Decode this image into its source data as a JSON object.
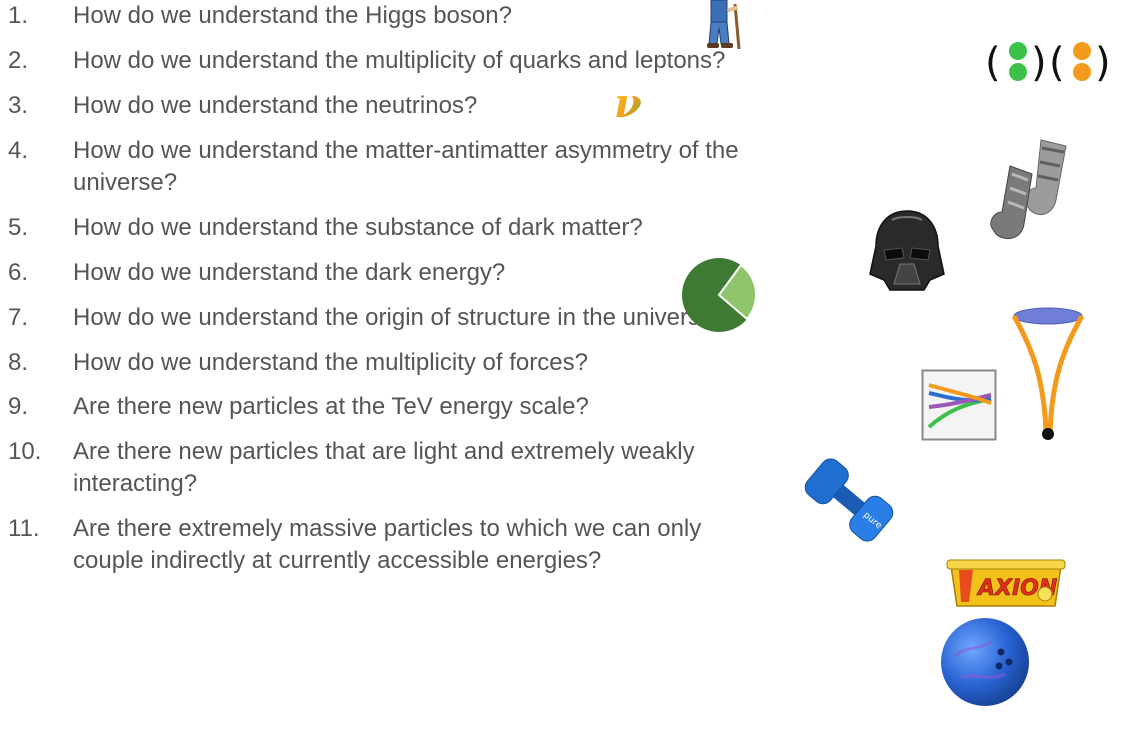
{
  "questions": [
    {
      "num": "1.",
      "lines": [
        "How do we understand the Higgs boson?"
      ]
    },
    {
      "num": "2.",
      "lines": [
        "How do we understand the multiplicity of quarks and leptons?"
      ]
    },
    {
      "num": "3.",
      "lines": [
        "How do we understand the neutrinos?"
      ]
    },
    {
      "num": "4.",
      "lines": [
        "How do we understand the matter-antimatter asymmetry of the",
        "universe?"
      ]
    },
    {
      "num": "5.",
      "lines": [
        "How do we understand the substance of dark matter?"
      ]
    },
    {
      "num": "6.",
      "lines": [
        "How do we understand the dark energy?"
      ]
    },
    {
      "num": "7.",
      "lines": [
        "How do we understand the origin of structure in the universe?"
      ]
    },
    {
      "num": "8.",
      "lines": [
        "How do we understand the multiplicity of forces?"
      ]
    },
    {
      "num": "9.",
      "lines": [
        "Are there new particles at the TeV energy scale?"
      ]
    },
    {
      "num": "10.",
      "lines": [
        "Are there new particles that are light and extremely weakly",
        "interacting?"
      ]
    },
    {
      "num": "11.",
      "lines": [
        "Are there extremely massive particles to which we can only",
        "couple indirectly at currently accessible energies?"
      ]
    }
  ],
  "icons": {
    "neutrino_symbol": "ν",
    "axion_brand": "AXION",
    "dumbbell_brand": "pure"
  },
  "colors": {
    "text": "#555555",
    "green_dot": "#3cc24a",
    "orange_dot": "#f39a1c",
    "pie_dark": "#3f7a35",
    "pie_light": "#8fc46d",
    "dumbbell": "#1f6fd1",
    "bowling_ball": "#2a63d4",
    "axion_tub": "#f2c21a",
    "higgs_blue": "#3b6fb8",
    "funnel": "#f39a1c"
  }
}
